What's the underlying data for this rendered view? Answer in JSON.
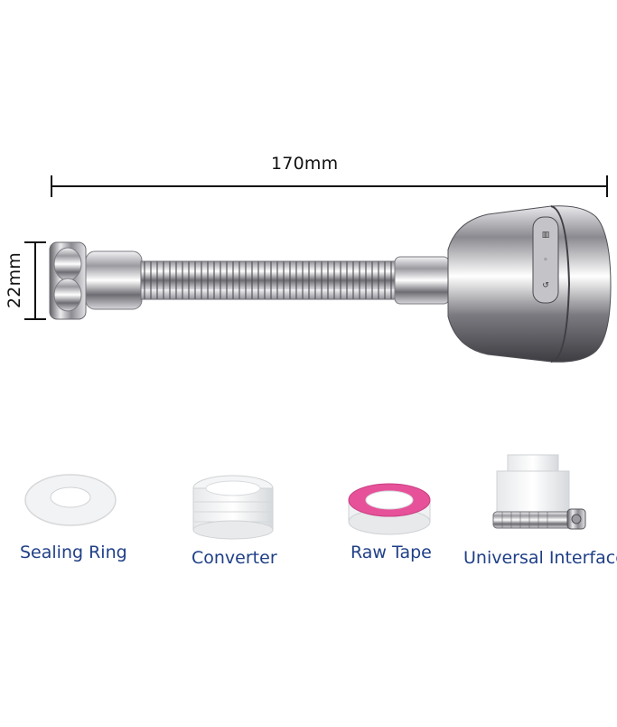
{
  "dimensions": {
    "length": "170mm",
    "diameter": "22mm"
  },
  "accessories": [
    {
      "label": "Sealing Ring"
    },
    {
      "label": "Converter"
    },
    {
      "label": "Raw Tape"
    },
    {
      "label": "Universal Interface"
    }
  ],
  "colors": {
    "label_blue": "#1f3f87",
    "tape_pink": "#e6519a",
    "chrome": "#c9c9cc"
  }
}
